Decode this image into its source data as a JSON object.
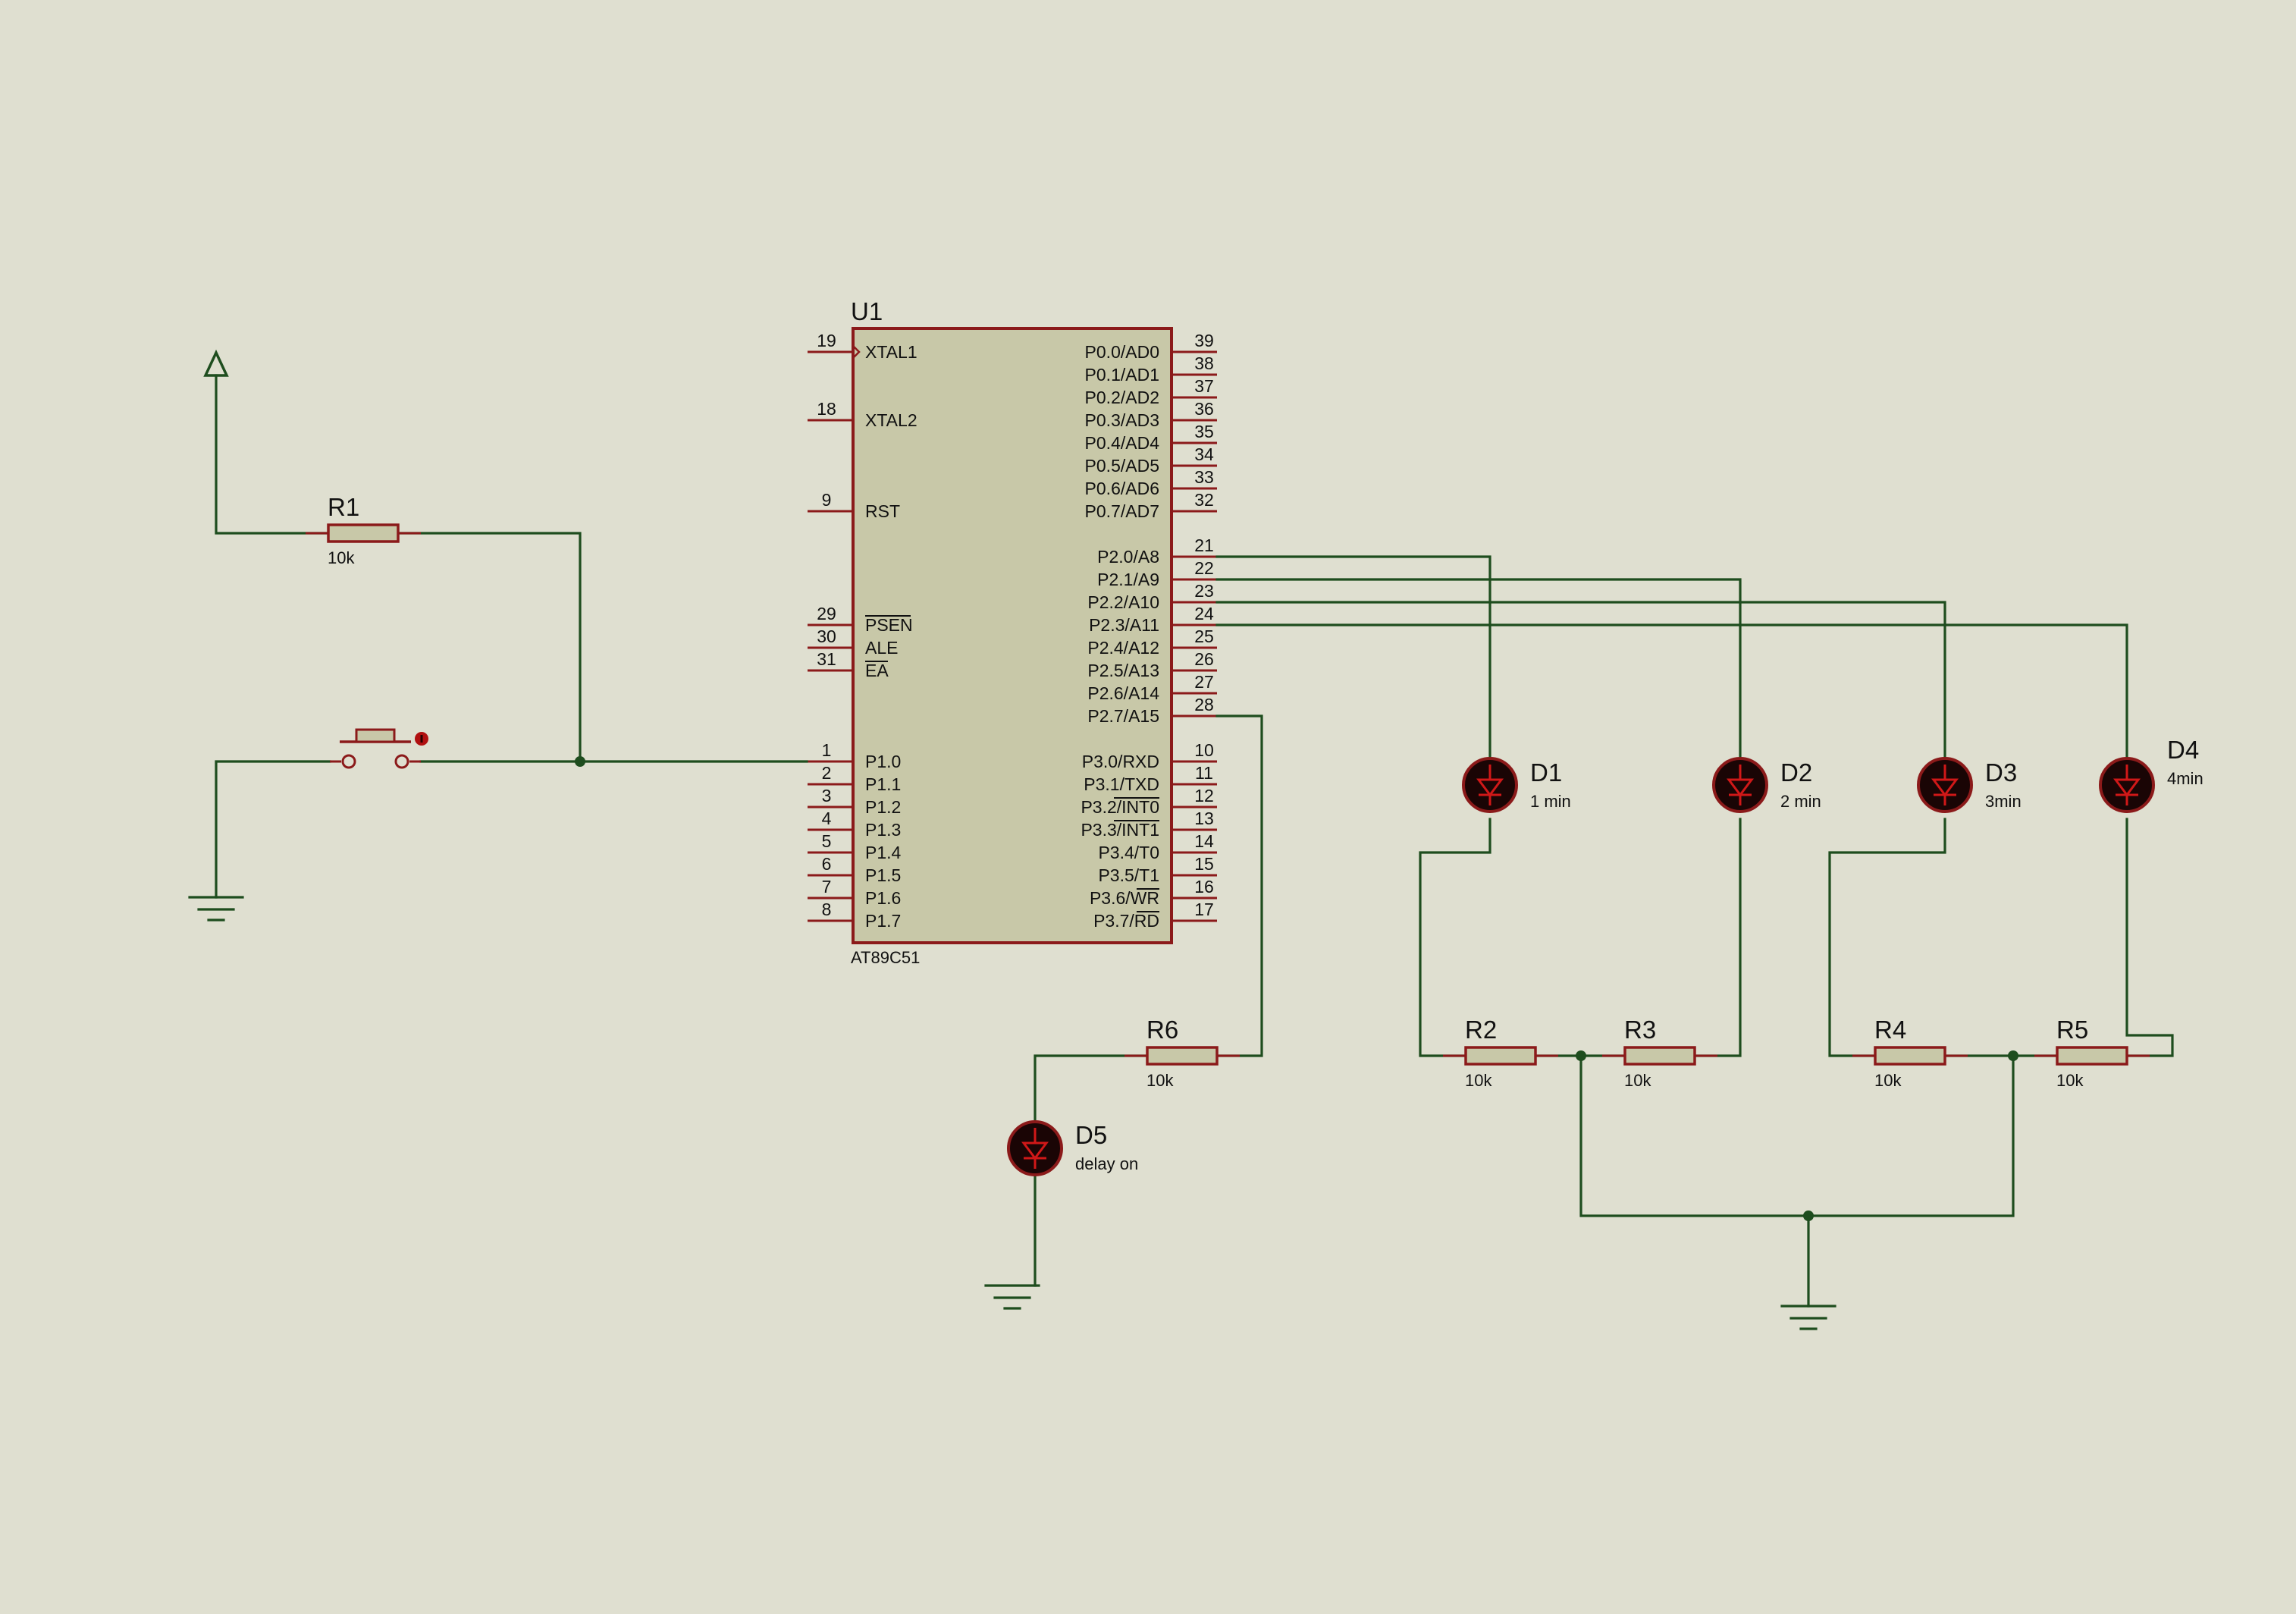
{
  "mcu": {
    "ref": "U1",
    "part": "AT89C51",
    "left_pins": [
      {
        "num": "19",
        "name": "XTAL1"
      },
      {
        "num": "18",
        "name": "XTAL2"
      },
      {
        "num": "9",
        "name": "RST"
      },
      {
        "num": "29",
        "name": "PSEN"
      },
      {
        "num": "30",
        "name": "ALE"
      },
      {
        "num": "31",
        "name": "EA"
      },
      {
        "num": "1",
        "name": "P1.0"
      },
      {
        "num": "2",
        "name": "P1.1"
      },
      {
        "num": "3",
        "name": "P1.2"
      },
      {
        "num": "4",
        "name": "P1.3"
      },
      {
        "num": "5",
        "name": "P1.4"
      },
      {
        "num": "6",
        "name": "P1.5"
      },
      {
        "num": "7",
        "name": "P1.6"
      },
      {
        "num": "8",
        "name": "P1.7"
      }
    ],
    "right_pins": [
      {
        "num": "39",
        "name": "P0.0/AD0"
      },
      {
        "num": "38",
        "name": "P0.1/AD1"
      },
      {
        "num": "37",
        "name": "P0.2/AD2"
      },
      {
        "num": "36",
        "name": "P0.3/AD3"
      },
      {
        "num": "35",
        "name": "P0.4/AD4"
      },
      {
        "num": "34",
        "name": "P0.5/AD5"
      },
      {
        "num": "33",
        "name": "P0.6/AD6"
      },
      {
        "num": "32",
        "name": "P0.7/AD7"
      },
      {
        "num": "21",
        "name": "P2.0/A8"
      },
      {
        "num": "22",
        "name": "P2.1/A9"
      },
      {
        "num": "23",
        "name": "P2.2/A10"
      },
      {
        "num": "24",
        "name": "P2.3/A11"
      },
      {
        "num": "25",
        "name": "P2.4/A12"
      },
      {
        "num": "26",
        "name": "P2.5/A13"
      },
      {
        "num": "27",
        "name": "P2.6/A14"
      },
      {
        "num": "28",
        "name": "P2.7/A15"
      },
      {
        "num": "10",
        "name": "P3.0/RXD"
      },
      {
        "num": "11",
        "name": "P3.1/TXD"
      },
      {
        "num": "12",
        "name": "P3.2/INT0"
      },
      {
        "num": "13",
        "name": "P3.3/INT1"
      },
      {
        "num": "14",
        "name": "P3.4/T0"
      },
      {
        "num": "15",
        "name": "P3.5/T1"
      },
      {
        "num": "16",
        "name": "P3.6/WR"
      },
      {
        "num": "17",
        "name": "P3.7/RD"
      }
    ]
  },
  "resistors": {
    "r1": {
      "ref": "R1",
      "value": "10k"
    },
    "r2": {
      "ref": "R2",
      "value": "10k"
    },
    "r3": {
      "ref": "R3",
      "value": "10k"
    },
    "r4": {
      "ref": "R4",
      "value": "10k"
    },
    "r5": {
      "ref": "R5",
      "value": "10k"
    },
    "r6": {
      "ref": "R6",
      "value": "10k"
    }
  },
  "leds": {
    "d1": {
      "ref": "D1",
      "label": "1 min"
    },
    "d2": {
      "ref": "D2",
      "label": "2 min"
    },
    "d3": {
      "ref": "D3",
      "label": "3min"
    },
    "d4": {
      "ref": "D4",
      "label": "4min"
    },
    "d5": {
      "ref": "D5",
      "label": "delay on"
    }
  },
  "colors": {
    "background": "#dfdfd0",
    "wire": "#1e4d1e",
    "component_outline": "#8b1a1a",
    "ic_fill": "#c8c8a8",
    "led_fill": "#1a0505"
  }
}
